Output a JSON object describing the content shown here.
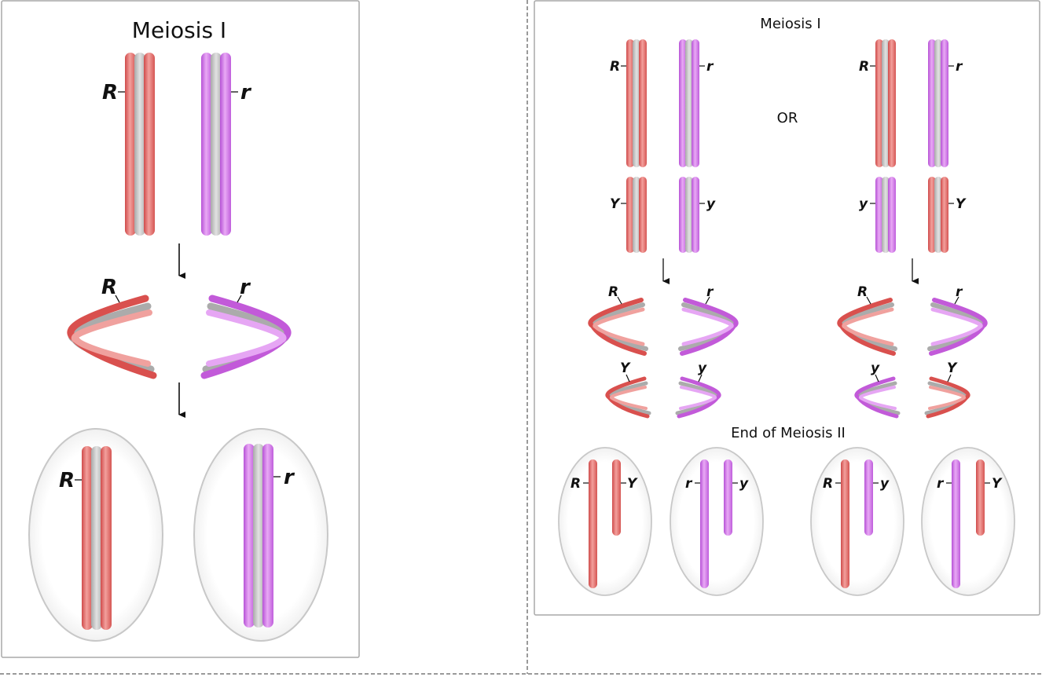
{
  "left_panel": {
    "title": "Meiosis I",
    "allele_top_left": "R",
    "allele_top_right": "r",
    "allele_mid_left": "R",
    "allele_mid_right": "r",
    "allele_bottom_left": "R",
    "allele_bottom_right": "r"
  },
  "right_panel": {
    "title": "Meiosis I",
    "or_label": "OR",
    "end_title": "End of Meiosis II",
    "option1": {
      "top_left": "R",
      "top_right": "r",
      "bottom_left": "Y",
      "bottom_right": "y",
      "mid_top_left": "R",
      "mid_top_right": "r",
      "mid_bottom_left": "Y",
      "mid_bottom_right": "y",
      "cell1_left": "R",
      "cell1_right": "Y",
      "cell2_left": "r",
      "cell2_right": "y"
    },
    "option2": {
      "top_left": "R",
      "top_right": "r",
      "bottom_left": "y",
      "bottom_right": "Y",
      "mid_top_left": "R",
      "mid_top_right": "r",
      "mid_bottom_left": "y",
      "mid_bottom_right": "Y",
      "cell1_left": "R",
      "cell1_right": "y",
      "cell2_left": "r",
      "cell2_right": "Y"
    }
  },
  "colors": {
    "maternal": "#e0605e",
    "paternal": "#c86ee0",
    "chromatid_core": "#c0c0c0",
    "frame": "#999999",
    "divider": "#9a9a9a"
  }
}
